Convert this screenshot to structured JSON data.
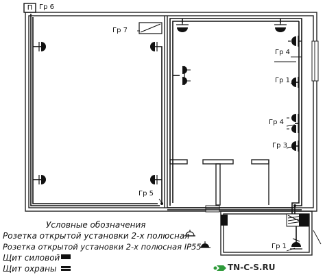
{
  "panel_letter": "П",
  "groups": {
    "gr6": "Гр 6",
    "gr7": "Гр 7",
    "gr4_upper": "Гр 4",
    "gr1_upper": "Гр 1",
    "gr4_lower": "Гр 4",
    "gr3": "Гр 3",
    "gr5": "Гр 5",
    "gr1_lower": "Гр 1"
  },
  "legend": {
    "title": "Условные обозначения",
    "socket_2pole": "Розетка открытой установки 2-х полюсная",
    "socket_2pole_ip55": "Розетка открытой установки 2-х полюсная IP55",
    "power_panel": "Щит силовой",
    "security_panel": "Щит охраны"
  },
  "watermark": "TN-C-S.RU",
  "colors": {
    "line": "#111111",
    "wall": "#222222",
    "background": "#ffffff",
    "logo_accent": "#2e9a3a"
  }
}
